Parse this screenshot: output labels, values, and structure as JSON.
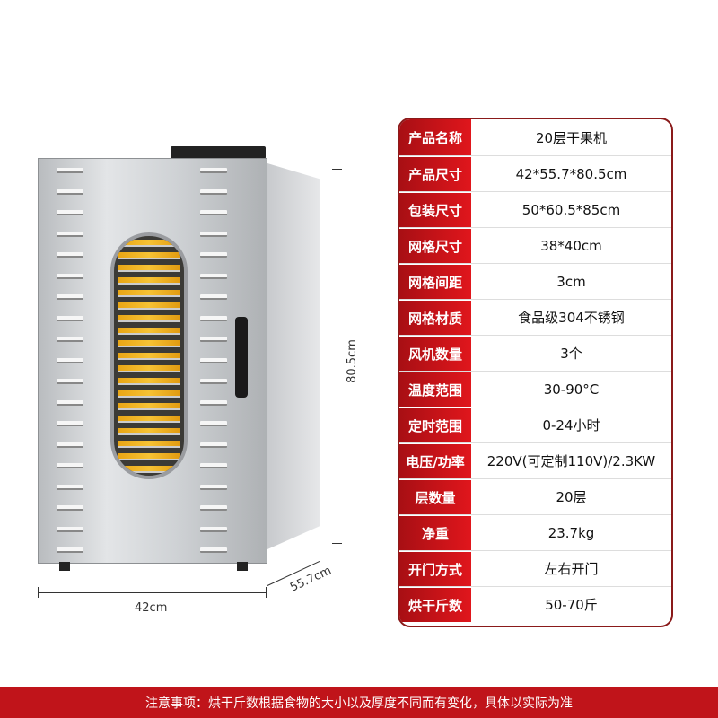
{
  "dimensions": {
    "height": "80.5cm",
    "width": "42cm",
    "depth": "55.7cm"
  },
  "specs": [
    {
      "label": "产品名称",
      "value": "20层干果机"
    },
    {
      "label": "产品尺寸",
      "value": "42*55.7*80.5cm"
    },
    {
      "label": "包装尺寸",
      "value": "50*60.5*85cm"
    },
    {
      "label": "网格尺寸",
      "value": "38*40cm"
    },
    {
      "label": "网格间距",
      "value": "3cm"
    },
    {
      "label": "网格材质",
      "value": "食品级304不锈钢"
    },
    {
      "label": "风机数量",
      "value": "3个"
    },
    {
      "label": "温度范围",
      "value": "30-90°C"
    },
    {
      "label": "定时范围",
      "value": "0-24小时"
    },
    {
      "label": "电压/功率",
      "value": "220V(可定制110V)/2.3KW"
    },
    {
      "label": "层数量",
      "value": "20层"
    },
    {
      "label": "净重",
      "value": "23.7kg"
    },
    {
      "label": "开门方式",
      "value": "左右开门"
    },
    {
      "label": "烘干斤数",
      "value": "50-70斤"
    }
  ],
  "footer": {
    "note": "注意事项：烘干斤数根据食物的大小以及厚度不同而有变化，具体以实际为准"
  },
  "colors": {
    "accent": "#c0141a"
  }
}
